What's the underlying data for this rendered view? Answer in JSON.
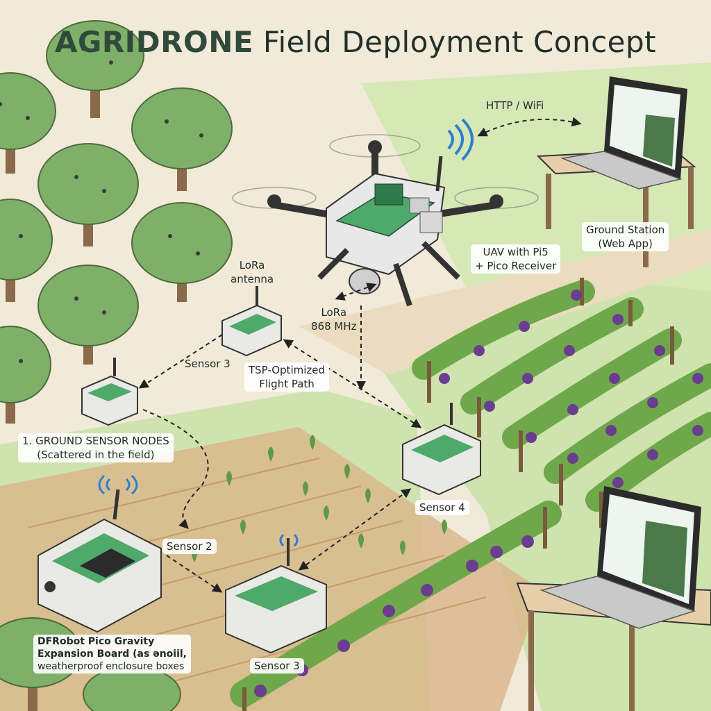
{
  "title": {
    "brand": "AGRIDRONE",
    "rest": "Field Deployment Concept"
  },
  "labels": {
    "http_wifi": "HTTP / WiFi",
    "ground_station_line1": "Ground Station",
    "ground_station_line2": "(Web App)",
    "uav_line1": "UAV with Pi5",
    "uav_line2": "+ Pico Receiver",
    "lora_antenna_line1": "LoRa",
    "lora_antenna_line2": "antenna",
    "lora_freq_line1": "LoRa",
    "lora_freq_line2": "868 MHz",
    "sensor3_top": "Sensor 3",
    "tsp_line1": "TSP-Optimized",
    "tsp_line2": "Flight Path",
    "ground_nodes_line1": "1. GROUND SENSOR NODES",
    "ground_nodes_line2": "(Scattered in the field)",
    "sensor4": "Sensor 4",
    "sensor2": "Sensor 2",
    "sensor3_bottom": "Sensor 3",
    "dfrobot_line1": "DFRobot Pico Gravity",
    "dfrobot_line2": "Expansion Board (as ənoiil,",
    "dfrobot_line3": "weatherproof enclosure boxes"
  },
  "colors": {
    "ground": "#f1ead9",
    "grass": "#cfe3ae",
    "path": "#ecdcbf",
    "soil": "#d9b489",
    "tree_canopy": "#7fb069",
    "vine_leaf": "#6fa84b",
    "grape": "#6a3d8f",
    "pcb": "#4ea96a",
    "wifi": "#2f7fd0",
    "enclosure": "#e9e9e6"
  },
  "icons": [
    "olive-tree-icon",
    "drone-icon",
    "laptop-icon",
    "sensor-box-icon",
    "wifi-signal-icon",
    "grapevine-icon",
    "seedling-icon"
  ]
}
